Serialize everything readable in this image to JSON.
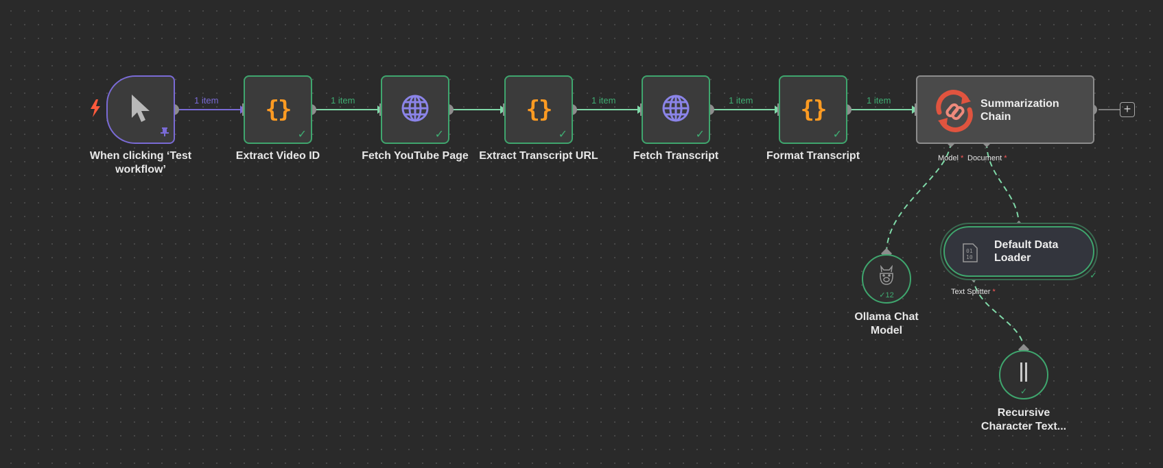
{
  "canvas": {
    "background": "#2a2a2a"
  },
  "colors": {
    "success": "#3fa66e",
    "trigger": "#7a6bd6",
    "code": "#ff9b22",
    "http": "#8b84e8",
    "chain": "#e0543f",
    "required": "#ff5a5a"
  },
  "nodes": {
    "trigger": {
      "label": "When clicking ‘Test workflow’",
      "icon": "cursor-icon"
    },
    "extract_video_id": {
      "label": "Extract Video ID",
      "icon": "braces-icon",
      "glyph": "{}"
    },
    "fetch_youtube_page": {
      "label": "Fetch YouTube Page",
      "icon": "globe-icon"
    },
    "extract_transcript_url": {
      "label": "Extract Transcript URL",
      "icon": "braces-icon",
      "glyph": "{}"
    },
    "fetch_transcript": {
      "label": "Fetch Transcript",
      "icon": "globe-icon"
    },
    "format_transcript": {
      "label": "Format Transcript",
      "icon": "braces-icon",
      "glyph": "{}"
    },
    "summarization_chain": {
      "label": "Summarization Chain",
      "icon": "chain-link-icon"
    },
    "default_data_loader": {
      "label": "Default Data Loader",
      "icon": "binary-document-icon"
    },
    "ollama_chat_model": {
      "label": "Ollama Chat Model",
      "icon": "llama-icon",
      "badge": "12"
    },
    "recursive_splitter": {
      "label": "Recursive Character Text...",
      "icon": "splitter-bars-icon"
    }
  },
  "edges": {
    "e1": "1 item",
    "e2": "1 item",
    "e3": "1 item",
    "e4": "1 item",
    "e5": "1 item"
  },
  "ports": {
    "model": "Model",
    "document": "Document",
    "text_splitter": "Text Splitter",
    "required_mark": "*"
  },
  "buttons": {
    "add_node": "+"
  }
}
